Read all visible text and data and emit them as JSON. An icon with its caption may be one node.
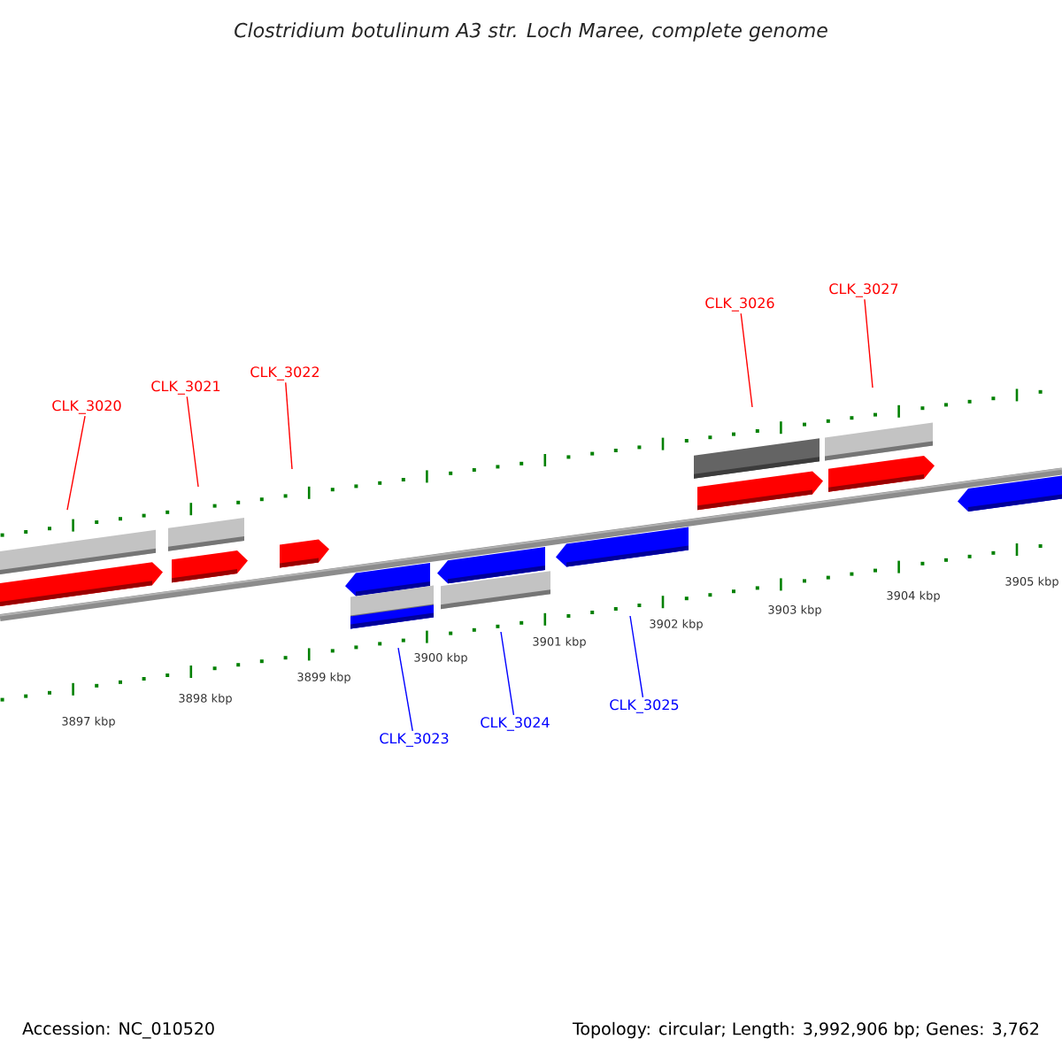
{
  "diagram": {
    "title": "Clostridium botulinum A3 str. Loch Maree, complete genome",
    "nodes": [
      {
        "text": [
          "CLK_3020"
        ]
      },
      {
        "text": [
          "CLK_3021"
        ]
      },
      {
        "text": [
          "CLK_3022"
        ]
      },
      {
        "text": [
          "CLK_3026"
        ]
      },
      {
        "text": [
          "CLK_3027"
        ]
      },
      {
        "text": [
          "CLK_3023"
        ]
      },
      {
        "text": [
          "CLK_3024"
        ]
      },
      {
        "text": [
          "CLK_3025"
        ]
      }
    ],
    "edges": [
      {
        "from": 0,
        "to": null,
        "arrow": "none"
      },
      {
        "from": 1,
        "to": null,
        "arrow": "none"
      },
      {
        "from": 2,
        "to": null,
        "arrow": "none"
      },
      {
        "from": 3,
        "to": null,
        "arrow": "none"
      },
      {
        "from": 4,
        "to": null,
        "arrow": "none"
      },
      {
        "from": 5,
        "to": null,
        "arrow": "none",
        "color": "#0000ff"
      },
      {
        "from": 6,
        "to": null,
        "arrow": "none",
        "color": "#0000ff"
      },
      {
        "from": 7,
        "to": null,
        "arrow": "none",
        "color": "#0000ff"
      }
    ],
    "labels": [
      "3905 kbp",
      "3904 kbp",
      "3903 kbp",
      "3902 kbp",
      "3901 kbp",
      "3900 kbp",
      "3899 kbp",
      "3898 kbp",
      "3897 kbp",
      "Accession: NC_010520",
      "Topology: circular; Length: 3,992,906 bp; Genes: 3,762"
    ]
  }
}
